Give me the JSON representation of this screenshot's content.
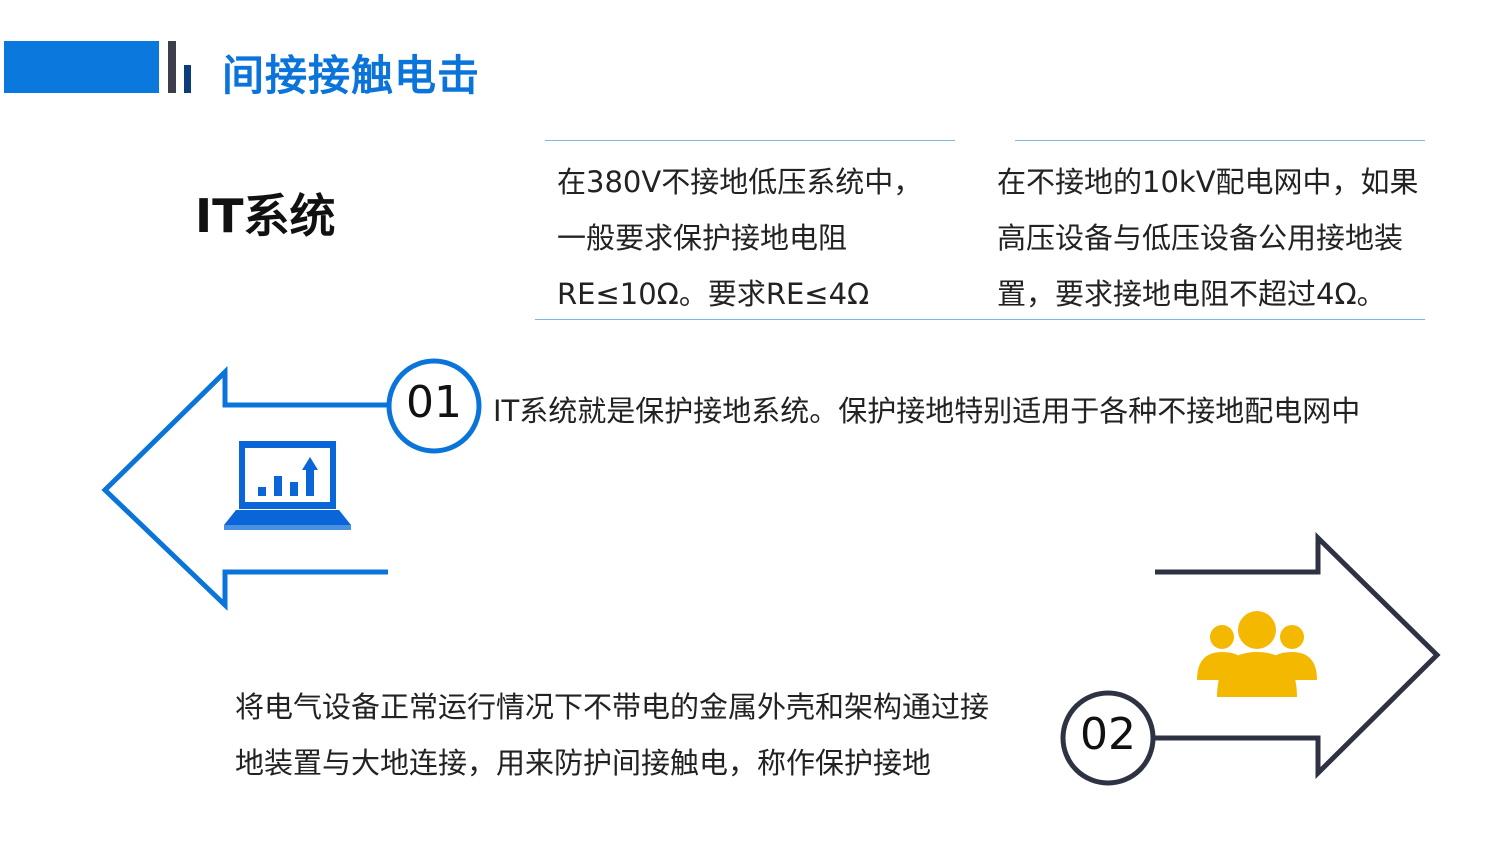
{
  "title": "间接接触电击",
  "subtitle": "IT系统",
  "box1": [
    "在380V不接地低压系统中，",
    "一般要求保护接地电阻",
    "RE≤10Ω。要求RE≤4Ω"
  ],
  "box2": [
    "在不接地的10kV配电网中，如果",
    "高压设备与低压设备公用接地装",
    "置，要求接地电阻不超过4Ω。"
  ],
  "step1": {
    "num": "01",
    "text": "IT系统就是保护接地系统。保护接地特别适用于各种不接地配电网中"
  },
  "step2": {
    "num": "02",
    "lines": [
      "将电气设备正常运行情况下不带电的金属外壳和架构通过接",
      "地装置与大地连接，用来防护间接触电，称作保护接地"
    ]
  },
  "colors": {
    "blue": "#0a74da",
    "dark": "#2e3344",
    "red": "#e0302a"
  }
}
